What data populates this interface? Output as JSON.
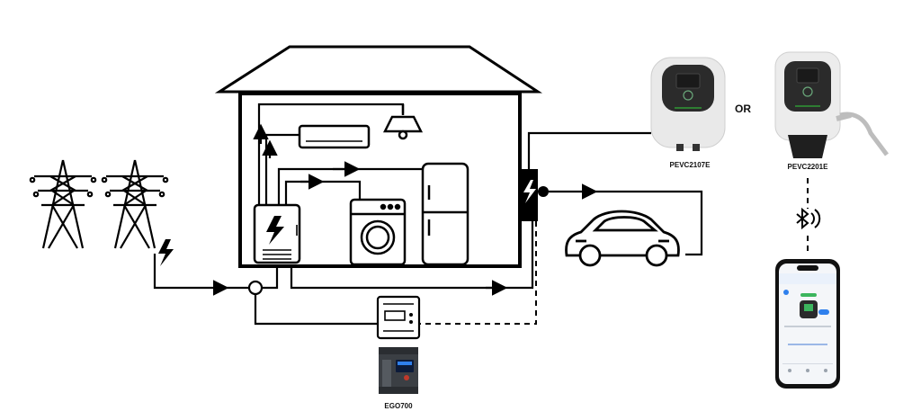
{
  "labels": {
    "charger_a": "PEVC2107E",
    "separator": "OR",
    "charger_b": "PEVC2201E",
    "controller": "EGO700"
  },
  "icons": [
    "pylon-icon",
    "lightning-icon",
    "house-icon",
    "air-conditioner-icon",
    "ceiling-lamp-icon",
    "refrigerator-icon",
    "washing-machine-icon",
    "home-battery-icon",
    "electric-car-icon",
    "energy-meter-icon",
    "wallbox-charger-icon",
    "bluetooth-icon",
    "smartphone-icon"
  ],
  "colors": {
    "line": "#000000",
    "charger_body": "#e9e9e9",
    "charger_face": "#2b2b2b",
    "charger_accent": "#2e7d32",
    "app_accent": "#2f80ed",
    "app_button": "#3cb55d"
  }
}
